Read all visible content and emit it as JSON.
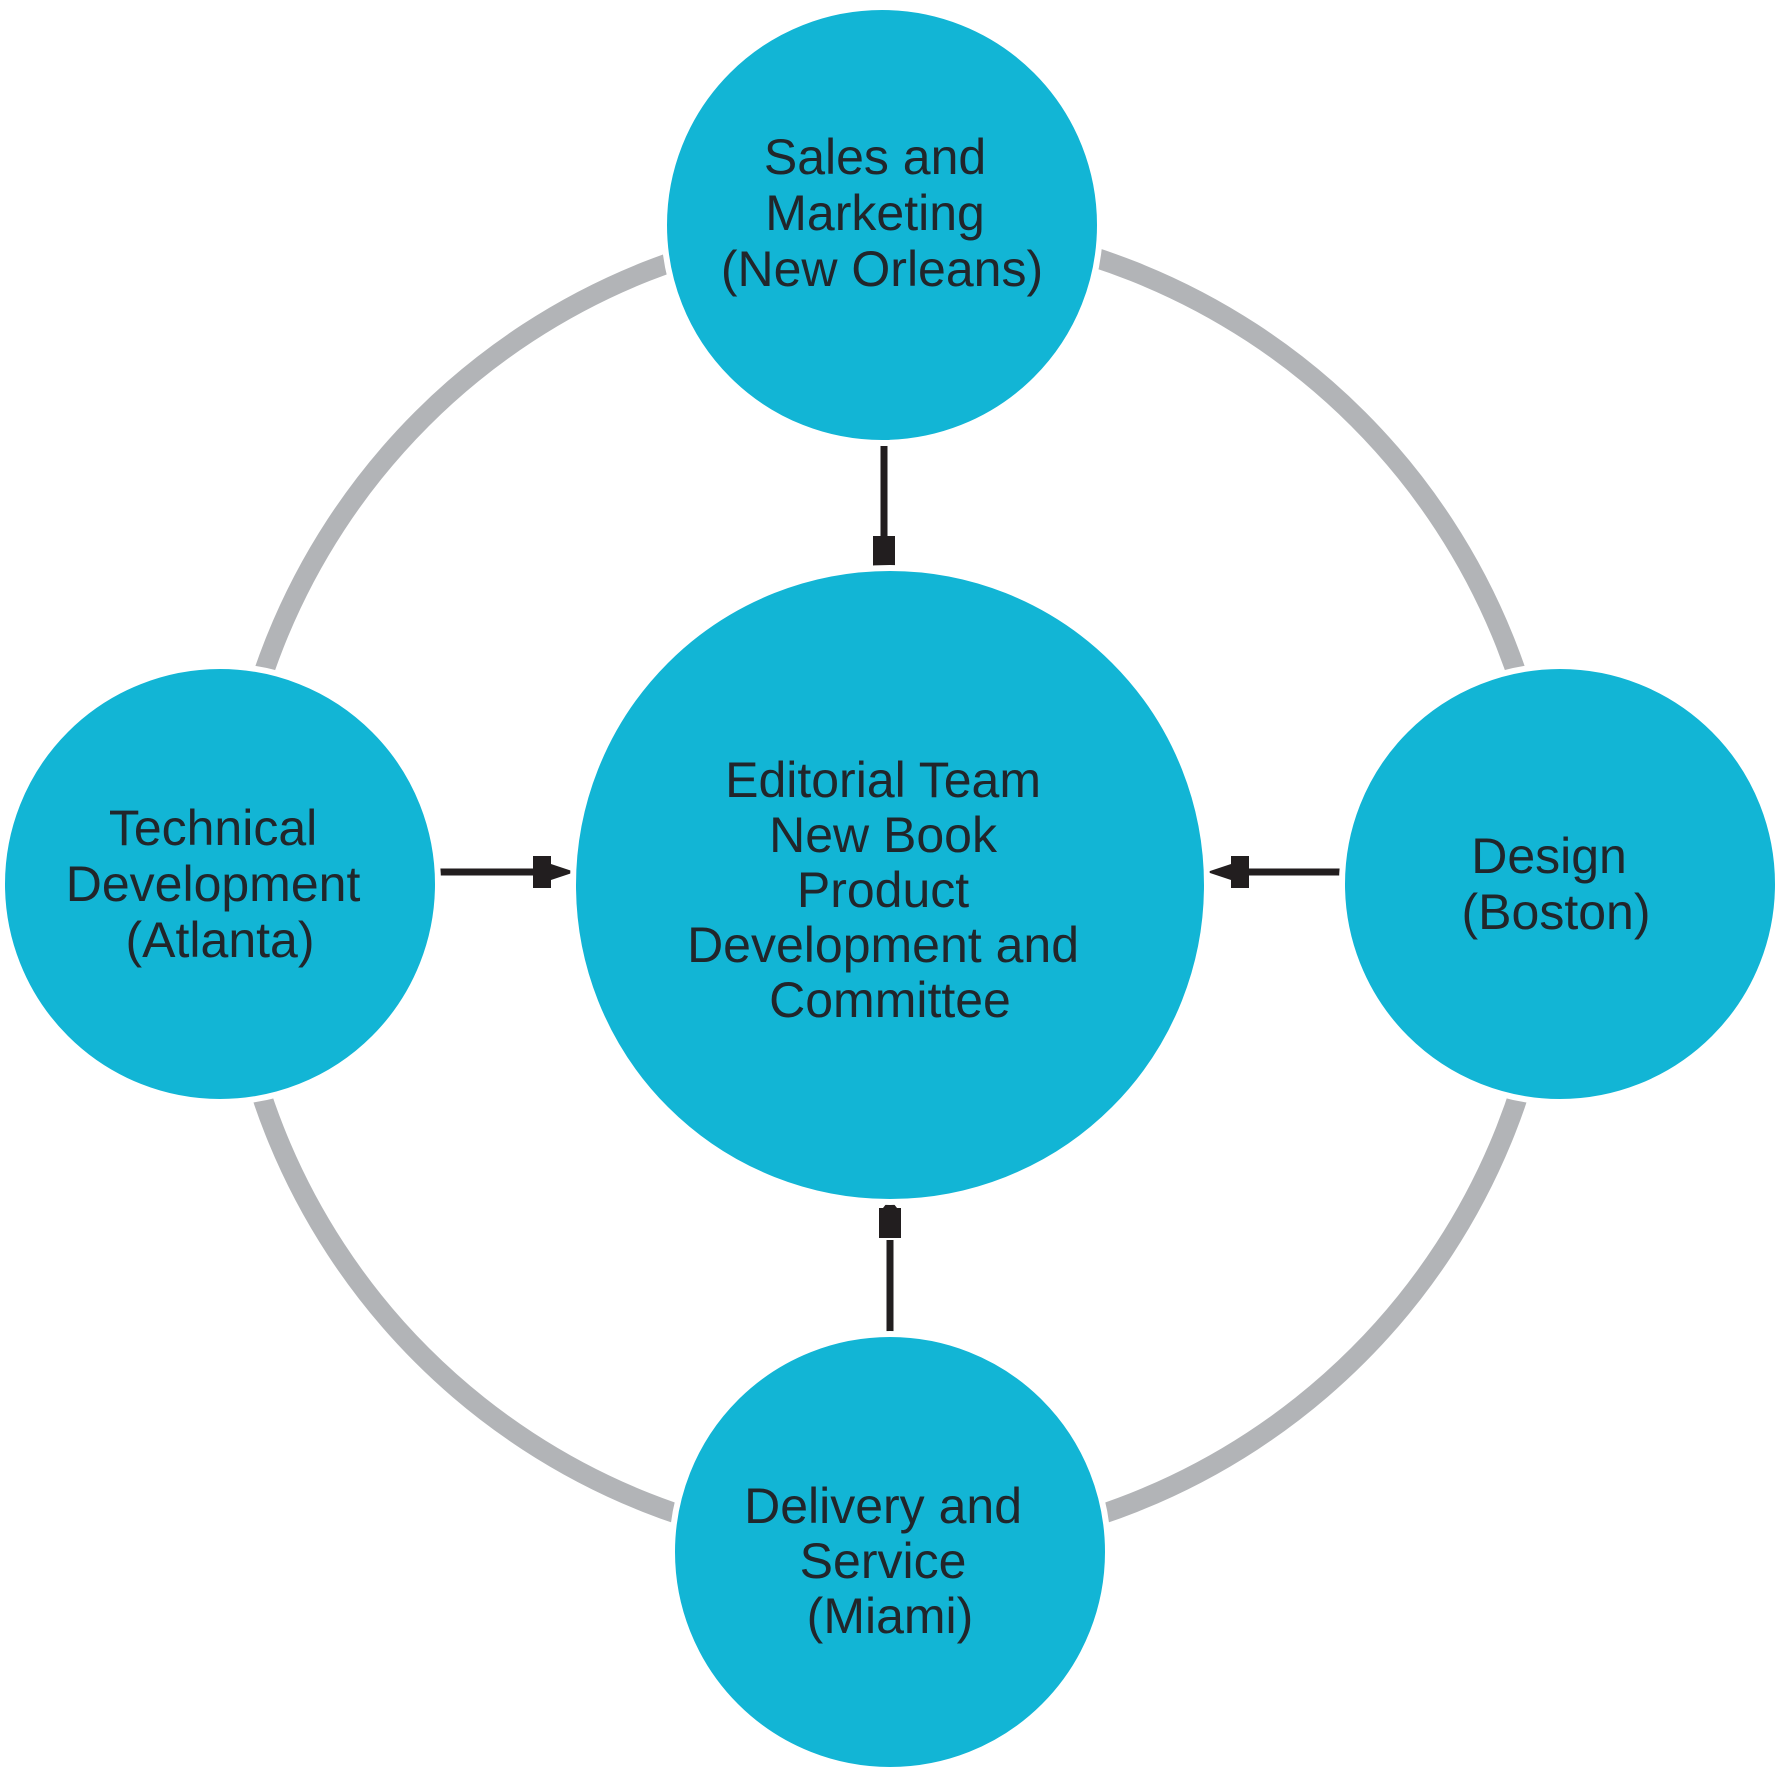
{
  "figure": {
    "type": "hub-and-spoke-team-diagram",
    "colors": {
      "node_fill": "#12b5d5",
      "node_halo": "#ffffff",
      "node_text": "#21262b",
      "arrow": "#221e1f",
      "ring": "#b2b4b7",
      "background": "#ffffff"
    },
    "center_node": {
      "id": "editorial-team",
      "label": "Editorial Team New Book Product Development and Committee",
      "lines": [
        "Editorial Team",
        "New Book",
        "Product",
        "Development and",
        "Committee"
      ]
    },
    "outer_nodes": [
      {
        "id": "sales-marketing",
        "position": "top",
        "label": "Sales and Marketing (New Orleans)",
        "lines": [
          "Sales and",
          "Marketing",
          "(New Orleans)"
        ]
      },
      {
        "id": "technical-development",
        "position": "left",
        "label": "Technical Development (Atlanta)",
        "lines": [
          "Technical",
          "Development",
          "(Atlanta)"
        ]
      },
      {
        "id": "design",
        "position": "right",
        "label": "Design (Boston)",
        "lines": [
          "Design",
          "(Boston)"
        ]
      },
      {
        "id": "delivery-service",
        "position": "bottom",
        "label": "Delivery and Service (Miami)",
        "lines": [
          "Delivery and",
          "Service",
          "(Miami)"
        ]
      }
    ],
    "connections": [
      {
        "from": "sales-marketing",
        "to": "editorial-team",
        "direction": "inward"
      },
      {
        "from": "technical-development",
        "to": "editorial-team",
        "direction": "inward"
      },
      {
        "from": "design",
        "to": "editorial-team",
        "direction": "inward"
      },
      {
        "from": "delivery-service",
        "to": "editorial-team",
        "direction": "inward"
      }
    ]
  }
}
